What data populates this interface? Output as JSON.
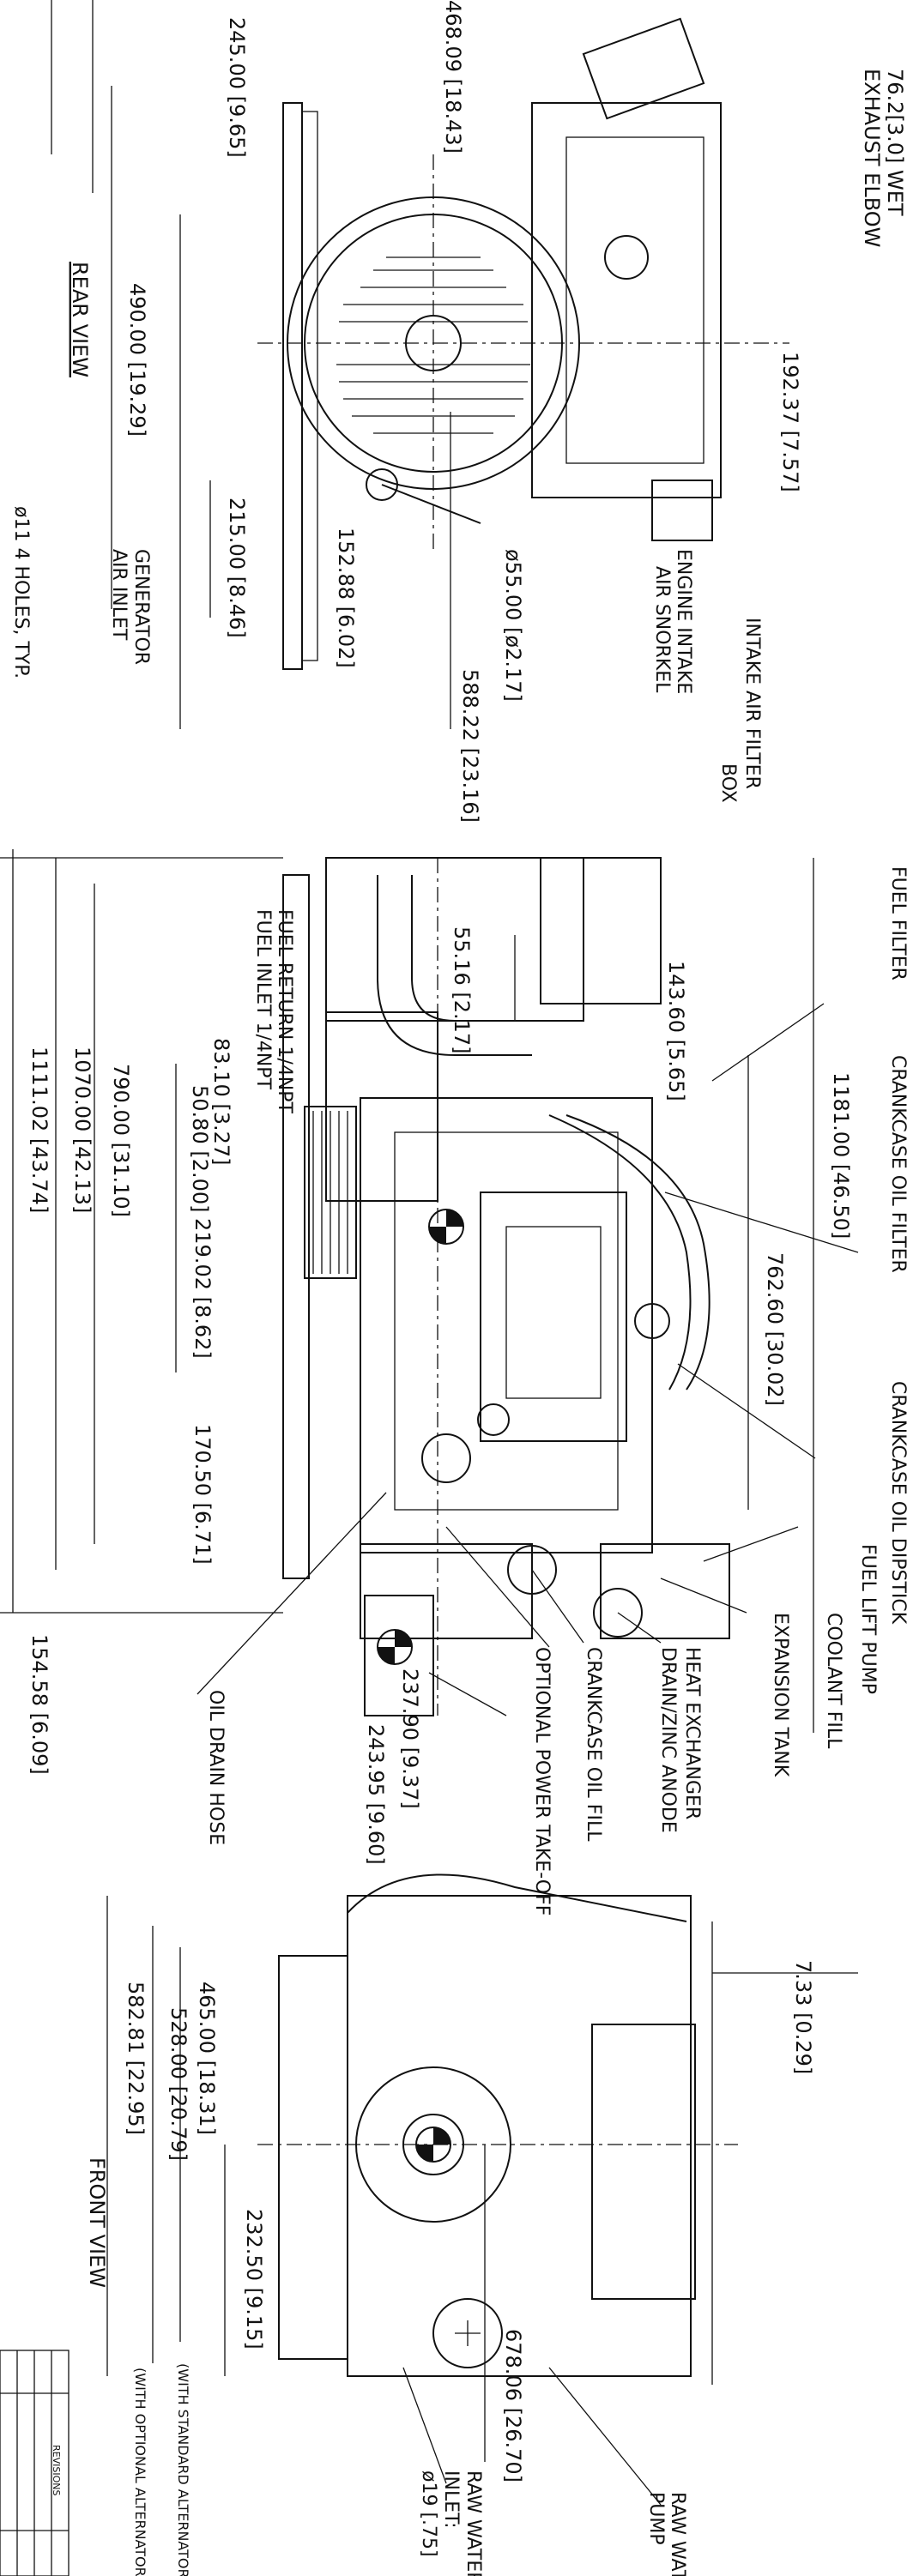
{
  "views": {
    "rear": "REAR VIEW",
    "front": "FRONT VIEW"
  },
  "dimensions": {
    "d1": "245.00 [9.65]",
    "d2": "468.09 [18.43]",
    "d3": "490.00 [19.29]",
    "d4": "215.00 [8.46]",
    "d5": "152.88 [6.02]",
    "d6": "ø55.00 [ø2.17]",
    "d7": "588.22 [23.16]",
    "d8": "192.37 [7.57]",
    "d9": "76.2[3.0] WET",
    "d9b": "EXHAUST ELBOW",
    "d10": "55.16 [2.17]",
    "d11": "143.60 [5.65]",
    "d12": "1181.00 [46.50]",
    "d13": "762.60 [30.02]",
    "d14": "83.10 [3.27]",
    "d15": "50.80 [2.00]",
    "d16": "219.02 [8.62]",
    "d17": "790.00 [31.10]",
    "d18": "1070.00 [42.13]",
    "d19": "1111.02 [43.74]",
    "d20": "170.50 [6.71]",
    "d21": "154.58 [6.09]",
    "d22": "237.90 [9.37]",
    "d23": "243.95 [9.60]",
    "d24": "7.33 [0.29]",
    "d25": "465.00 [18.31]",
    "d26": "528.00 [20.79]",
    "d27": "582.81 [22.95]",
    "d28": "232.50 [9.15]",
    "d29": "678.06 [26.70]",
    "alt_std": "(WITH STANDARD ALTERNATOR)",
    "alt_opt": "(WITH OPTIONAL ALTERNATOR)"
  },
  "callouts": {
    "gen_air": [
      "GENERATOR",
      "AIR INLET"
    ],
    "holes": "ø11  4 HOLES, TYP.",
    "snorkel": [
      "ENGINE INTAKE",
      "AIR SNORKEL"
    ],
    "air_box": [
      "INTAKE AIR FILTER",
      "BOX"
    ],
    "fuel_filter": "FUEL FILTER",
    "oil_filter": "CRANKCASE OIL FILTER",
    "dipstick": "CRANKCASE OIL DIPSTICK",
    "lift_pump": "FUEL LIFT PUMP",
    "coolant": "COOLANT FILL",
    "expansion": "EXPANSION TANK",
    "heat_ex": "HEAT EXCHANGER",
    "drain": "DRAIN/ZINC ANODE",
    "oil_fill": "CRANKCASE OIL FILL",
    "pto": "OPTIONAL POWER TAKE-OFF",
    "drain_hose": "OIL DRAIN HOSE",
    "fuel_return": "FUEL RETURN 1/4NPT",
    "fuel_inlet": "FUEL INLET 1/4NPT",
    "raw_pump": [
      "RAW WATER",
      "PUMP"
    ],
    "raw_inlet": [
      "RAW WATER",
      "INLET:",
      "ø19 [.75]"
    ]
  },
  "title_block": {
    "revisions": "REVISIONS"
  }
}
